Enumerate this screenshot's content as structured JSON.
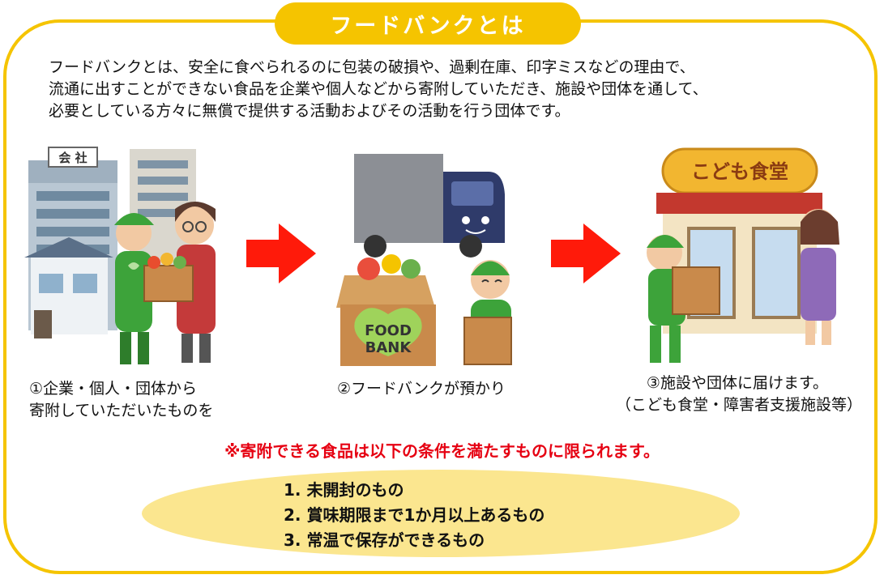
{
  "title": "フードバンクとは",
  "intro": [
    "フードバンクとは、安全に食べられるのに包装の破損や、過剰在庫、印字ミスなどの理由で、",
    "流通に出すことができない食品を企業や個人などから寄附していただき、施設や団体を通して、",
    "必要としている方々に無償で提供する活動およびその活動を行う団体です。"
  ],
  "steps": [
    {
      "caption_lines": [
        "①企業・個人・団体から",
        "寄附していただいたものを"
      ],
      "sign": "会 社"
    },
    {
      "caption_lines": [
        "②フードバンクが預かり"
      ],
      "box_label_1": "FOOD",
      "box_label_2": "BANK"
    },
    {
      "caption_lines": [
        "③施設や団体に届けます。",
        "（こども食堂・障害者支援施設等）"
      ],
      "sign": "こども食堂"
    }
  ],
  "notice": "※寄附できる食品は以下の条件を満たすものに限られます。",
  "conditions": [
    "1. 未開封のもの",
    "2. 賞味期限まで1か月以上あるもの",
    "3. 常温で保存ができるもの"
  ],
  "colors": {
    "accent": "#f5c400",
    "ellipse": "#fbe68f",
    "arrow": "#ff1a0a",
    "notice": "#e60012",
    "uniform": "#3da33a"
  }
}
